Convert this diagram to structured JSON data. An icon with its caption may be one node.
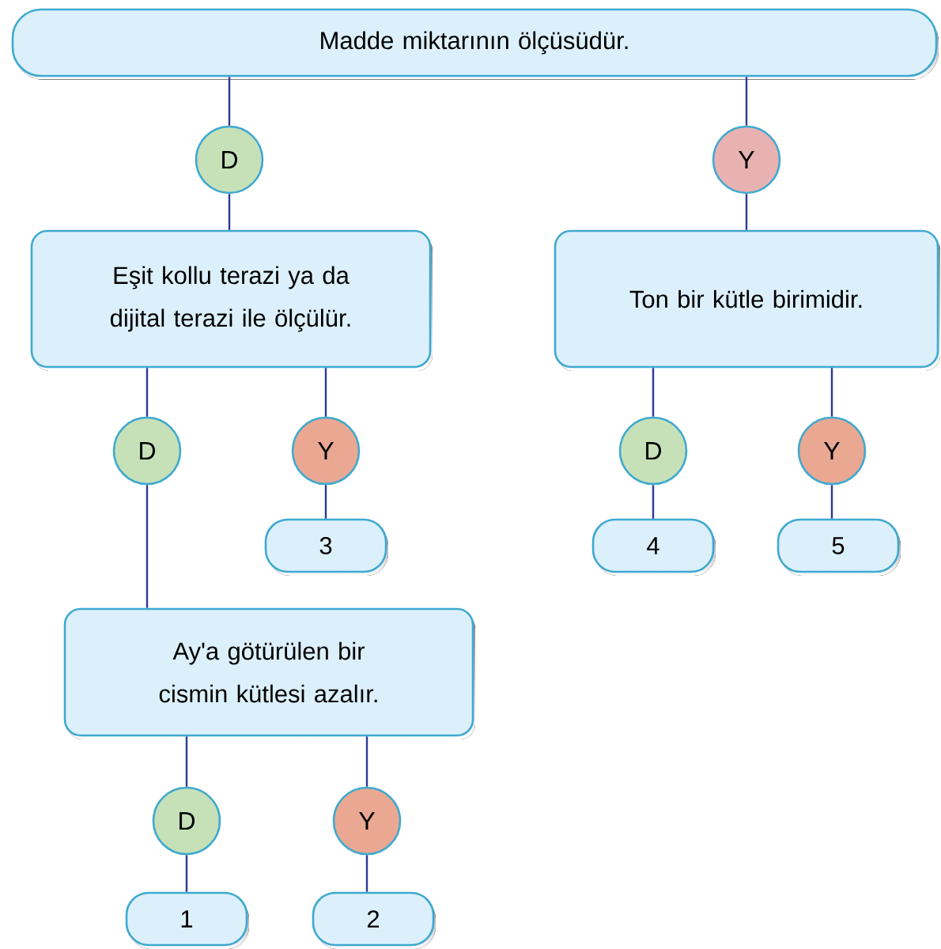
{
  "diagram": {
    "nodes": [
      {
        "text": [
          "Madde miktarının ölçüsüdür."
        ]
      },
      {
        "text": [
          "D"
        ]
      },
      {
        "text": [
          "Y"
        ]
      },
      {
        "text": [
          "Eşit kollu terazi ya da dijital terazi ile ölçülür."
        ]
      },
      {
        "text": [
          "Ton bir kütle birimidir."
        ]
      },
      {
        "text": [
          "D"
        ]
      },
      {
        "text": [
          "Y"
        ]
      },
      {
        "text": [
          "D"
        ]
      },
      {
        "text": [
          "Y"
        ]
      },
      {
        "text": [
          "3"
        ]
      },
      {
        "text": [
          "4"
        ]
      },
      {
        "text": [
          "5"
        ]
      },
      {
        "text": [
          "Ay'a götürülen bir cismin kütlesi azalır."
        ]
      },
      {
        "text": [
          "D"
        ]
      },
      {
        "text": [
          "Y"
        ]
      },
      {
        "text": [
          "1"
        ]
      },
      {
        "text": [
          "2"
        ]
      }
    ],
    "edges": [
      {
        "from": 0,
        "to": 1,
        "arrow": "none"
      },
      {
        "from": 0,
        "to": 2,
        "arrow": "none"
      },
      {
        "from": 1,
        "to": 3,
        "arrow": "none"
      },
      {
        "from": 2,
        "to": 4,
        "arrow": "none"
      },
      {
        "from": 3,
        "to": 5,
        "arrow": "none"
      },
      {
        "from": 3,
        "to": 6,
        "arrow": "none"
      },
      {
        "from": 4,
        "to": 7,
        "arrow": "none"
      },
      {
        "from": 4,
        "to": 8,
        "arrow": "none"
      },
      {
        "from": 5,
        "to": 12,
        "arrow": "none"
      },
      {
        "from": 6,
        "to": 9,
        "arrow": "none"
      },
      {
        "from": 7,
        "to": 10,
        "arrow": "none"
      },
      {
        "from": 8,
        "to": 11,
        "arrow": "none"
      },
      {
        "from": 12,
        "to": 13,
        "arrow": "none"
      },
      {
        "from": 12,
        "to": 14,
        "arrow": "none"
      },
      {
        "from": 13,
        "to": 15,
        "arrow": "none"
      },
      {
        "from": 14,
        "to": 16,
        "arrow": "none"
      }
    ]
  }
}
